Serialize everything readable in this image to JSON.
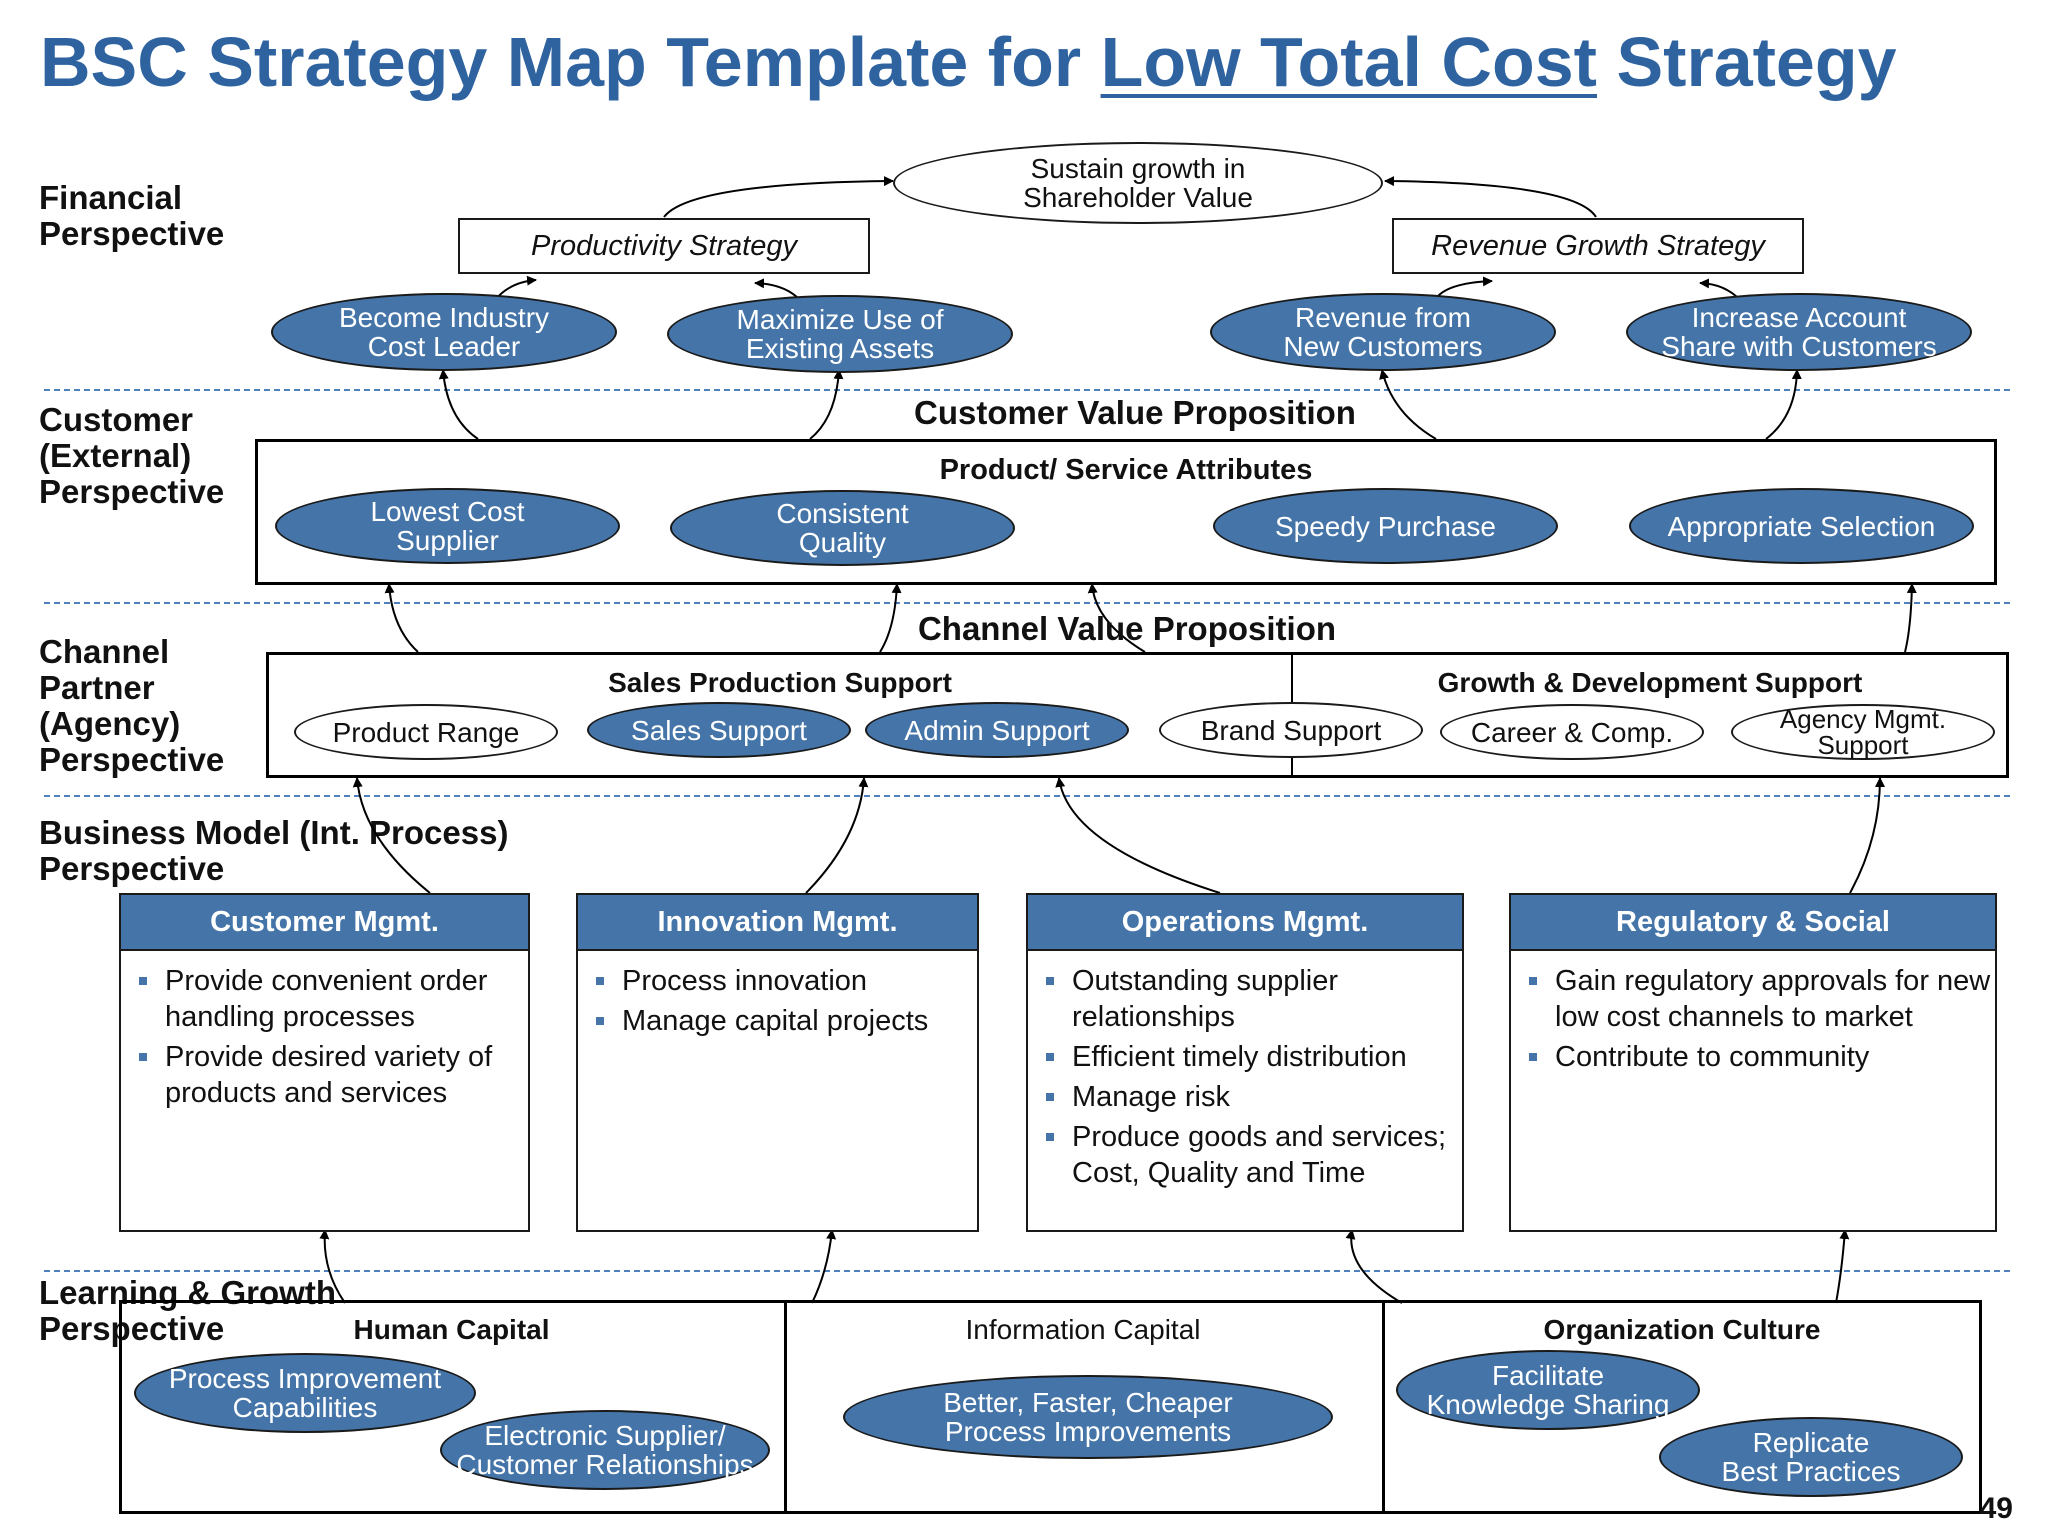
{
  "title": {
    "prefix": "BSC Strategy Map Template for ",
    "underlined": "Low Total Cost",
    "suffix": " Strategy"
  },
  "perspectives": {
    "financial": [
      "Financial",
      "Perspective"
    ],
    "customer": [
      "Customer",
      "(External)",
      "Perspective"
    ],
    "channel": [
      "Channel",
      "Partner",
      "(Agency)",
      "Perspective"
    ],
    "business": [
      "Business Model (Int. Process)",
      "Perspective"
    ],
    "learning": [
      "Learning & Growth",
      "Perspective"
    ]
  },
  "financial": {
    "goal": [
      "Sustain growth in",
      "Shareholder Value"
    ],
    "productivity_strategy": "Productivity Strategy",
    "revenue_strategy": "Revenue Growth Strategy",
    "objectives": [
      [
        "Become Industry",
        "Cost Leader"
      ],
      [
        "Maximize Use of",
        "Existing Assets"
      ],
      [
        "Revenue from",
        "New Customers"
      ],
      [
        "Increase Account",
        "Share with Customers"
      ]
    ]
  },
  "customer": {
    "heading": "Customer Value Proposition",
    "box_heading": "Product/ Service Attributes",
    "attributes": [
      [
        "Lowest Cost",
        "Supplier"
      ],
      [
        "Consistent",
        "Quality"
      ],
      [
        "Speedy Purchase"
      ],
      [
        "Appropriate Selection"
      ]
    ]
  },
  "channel": {
    "heading": "Channel Value Proposition",
    "sales_heading": "Sales Production Support",
    "growth_heading": "Growth & Development Support",
    "items": [
      {
        "label": [
          "Product Range"
        ],
        "style": "white"
      },
      {
        "label": [
          "Sales Support"
        ],
        "style": "blue"
      },
      {
        "label": [
          "Admin Support"
        ],
        "style": "blue"
      },
      {
        "label": [
          "Brand Support"
        ],
        "style": "white"
      },
      {
        "label": [
          "Career & Comp."
        ],
        "style": "white"
      },
      {
        "label": [
          "Agency Mgmt.",
          "Support"
        ],
        "style": "white"
      }
    ]
  },
  "business": {
    "boxes": [
      {
        "title": "Customer Mgmt.",
        "items": [
          "Provide convenient order handling processes",
          "Provide desired variety of products and services"
        ]
      },
      {
        "title": "Innovation Mgmt.",
        "items": [
          "Process innovation",
          "Manage capital projects"
        ]
      },
      {
        "title": "Operations Mgmt.",
        "items": [
          "Outstanding supplier relationships",
          "Efficient timely distribution",
          "Manage risk",
          "Produce goods and services; Cost, Quality and Time"
        ]
      },
      {
        "title": "Regulatory & Social",
        "items": [
          "Gain regulatory approvals for new low cost channels to market",
          "Contribute to community"
        ]
      }
    ]
  },
  "learning": {
    "human_heading": "Human Capital",
    "info_heading": "Information Capital",
    "culture_heading": "Organization Culture",
    "human_items": [
      [
        "Process Improvement",
        "Capabilities"
      ],
      [
        "Electronic Supplier/",
        "Customer Relationships"
      ]
    ],
    "info_items": [
      [
        "Better, Faster, Cheaper",
        "Process Improvements"
      ]
    ],
    "culture_items": [
      [
        "Facilitate",
        "Knowledge Sharing"
      ],
      [
        "Replicate",
        "Best Practices"
      ]
    ]
  },
  "page_number": "49",
  "colors": {
    "title": "#2e63a0",
    "oval_fill": "#4575a8",
    "dash": "#4f81bd"
  }
}
